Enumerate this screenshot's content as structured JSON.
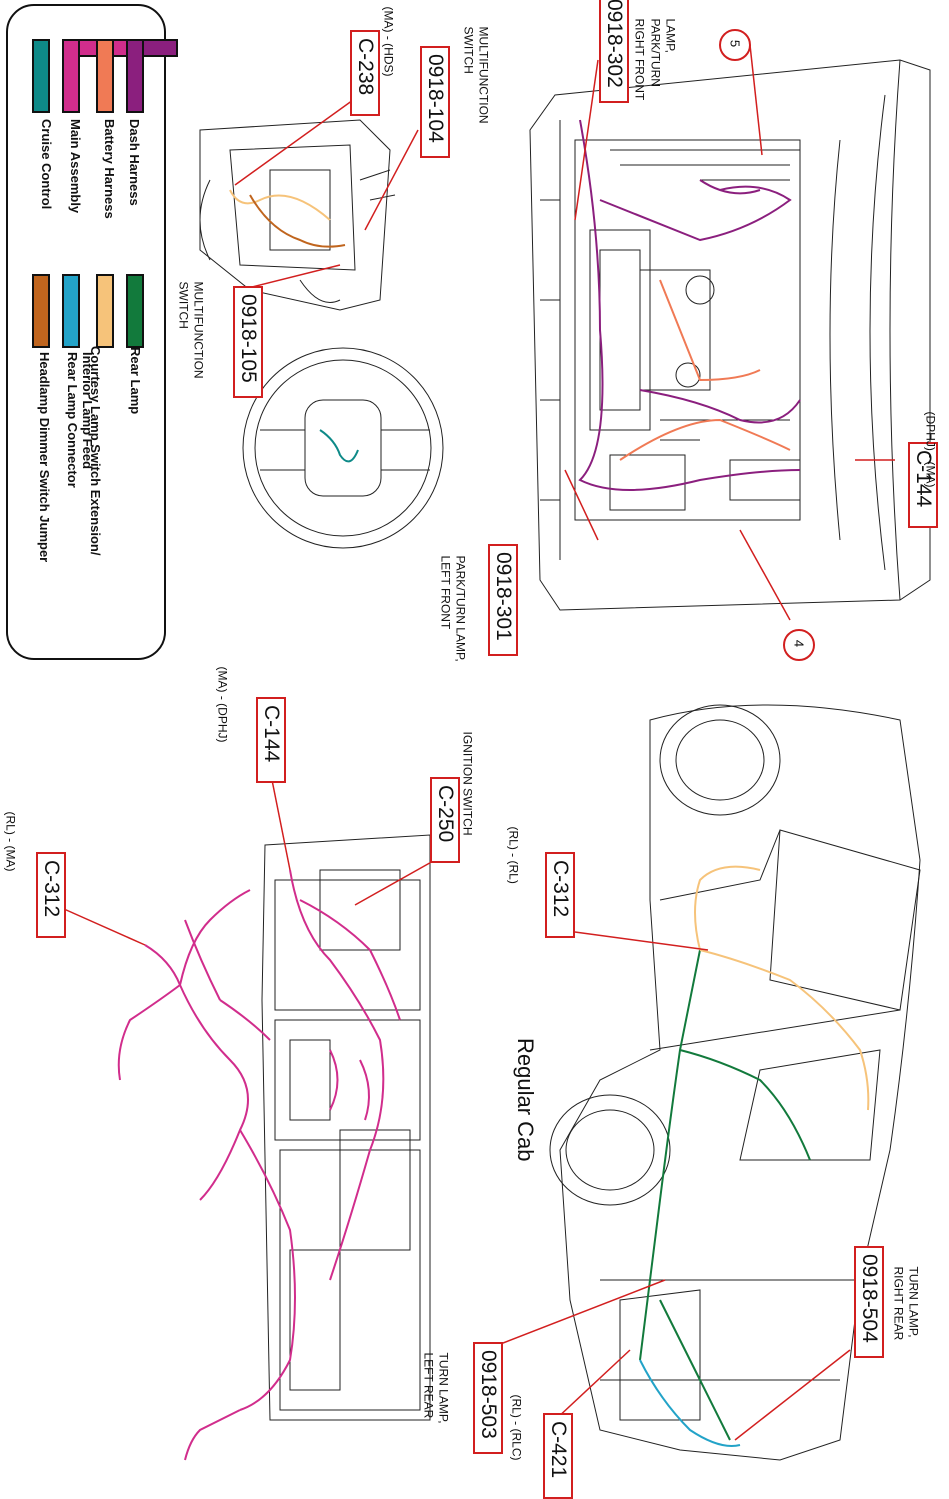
{
  "legend": {
    "items": [
      {
        "label": "Dash Harness",
        "color": "#8b1f7e"
      },
      {
        "label": "Battery Harness",
        "color": "#f07a55"
      },
      {
        "label": "Main Assembly",
        "color": "#d12d8c"
      },
      {
        "label": "Cruise Control",
        "color": "#0e8a88"
      },
      {
        "label": "Rear Lamp",
        "color": "#127a3c"
      },
      {
        "label": "Courtesy Lamp Switch Extension/",
        "color": "#f6c37a"
      },
      {
        "label": "Interior Lamp Feed",
        "color": null
      },
      {
        "label": "Rear Lamp Connector",
        "color": "#23a3c8"
      },
      {
        "label": "Headlamp Dimmer Switch Jumper",
        "color": "#c0651e"
      }
    ]
  },
  "top_right": {
    "callouts": {
      "c144_dphu": {
        "label": "C-144",
        "sub": "(DPHJ) - (MA)"
      },
      "c0918_302": {
        "label": "0918-302",
        "desc1": "PARK/TURN",
        "desc2": "LAMP,",
        "desc3": "RIGHT FRONT"
      },
      "c0918_301": {
        "label": "0918-301",
        "desc1": "PARK/TURN LAMP,",
        "desc2": "LEFT FRONT"
      },
      "circle5": "5",
      "circle4": "4"
    }
  },
  "top_left": {
    "callouts": {
      "c238": {
        "label": "C-238",
        "sub": "(MA) - (HDS)"
      },
      "c0918_104": {
        "label": "0918-104",
        "desc1": "MULTIFUNCTION",
        "desc2": "SWITCH"
      },
      "c0918_105": {
        "label": "0918-105",
        "desc1": "MULTIFUNCTION",
        "desc2": "SWITCH"
      }
    }
  },
  "bottom_left": {
    "callouts": {
      "c144_ma": {
        "label": "C-144",
        "sub": "(MA) - (DPHJ)"
      },
      "c250": {
        "label": "C-250",
        "desc": "IGNITION SWITCH"
      },
      "c312_rl_ma": {
        "label": "C-312",
        "sub": "(RL) - (MA)"
      }
    }
  },
  "bottom_right": {
    "title": "Regular Cab",
    "callouts": {
      "c312_rl_rl": {
        "label": "C-312",
        "sub": "(RL) - (RL)"
      },
      "c0918_504": {
        "label": "0918-504",
        "desc1": "TURN LAMP,",
        "desc2": "RIGHT REAR"
      },
      "c0918_503": {
        "label": "0918-503",
        "desc1": "TURN LAMP,",
        "desc2": "LEFT REAR"
      },
      "c421": {
        "label": "C-421",
        "sub": "(RL) - (RLC)"
      }
    }
  }
}
